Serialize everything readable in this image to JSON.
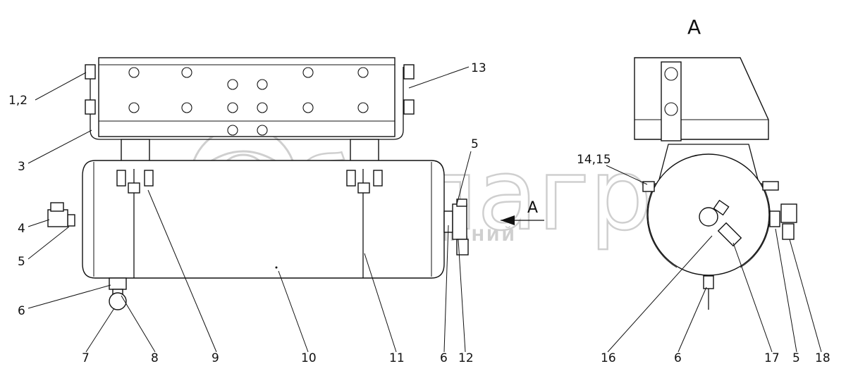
{
  "view_label": "A",
  "watermark": {
    "brand": "белагро",
    "tagline": "ГРУППА КОМПАНИЙ"
  },
  "callouts": {
    "c_1_2": "1,2",
    "c_3": "3",
    "c_4": "4",
    "c_5_left": "5",
    "c_6_left": "6",
    "c_7": "7",
    "c_8": "8",
    "c_9": "9",
    "c_10": "10",
    "c_11": "11",
    "c_6_mid": "6",
    "c_12": "12",
    "c_13": "13",
    "c_5_mid": "5",
    "c_14_15": "14,15",
    "c_16": "16",
    "c_6_right": "6",
    "c_17": "17",
    "c_5_right": "5",
    "c_18": "18"
  },
  "arrow_label": "A"
}
